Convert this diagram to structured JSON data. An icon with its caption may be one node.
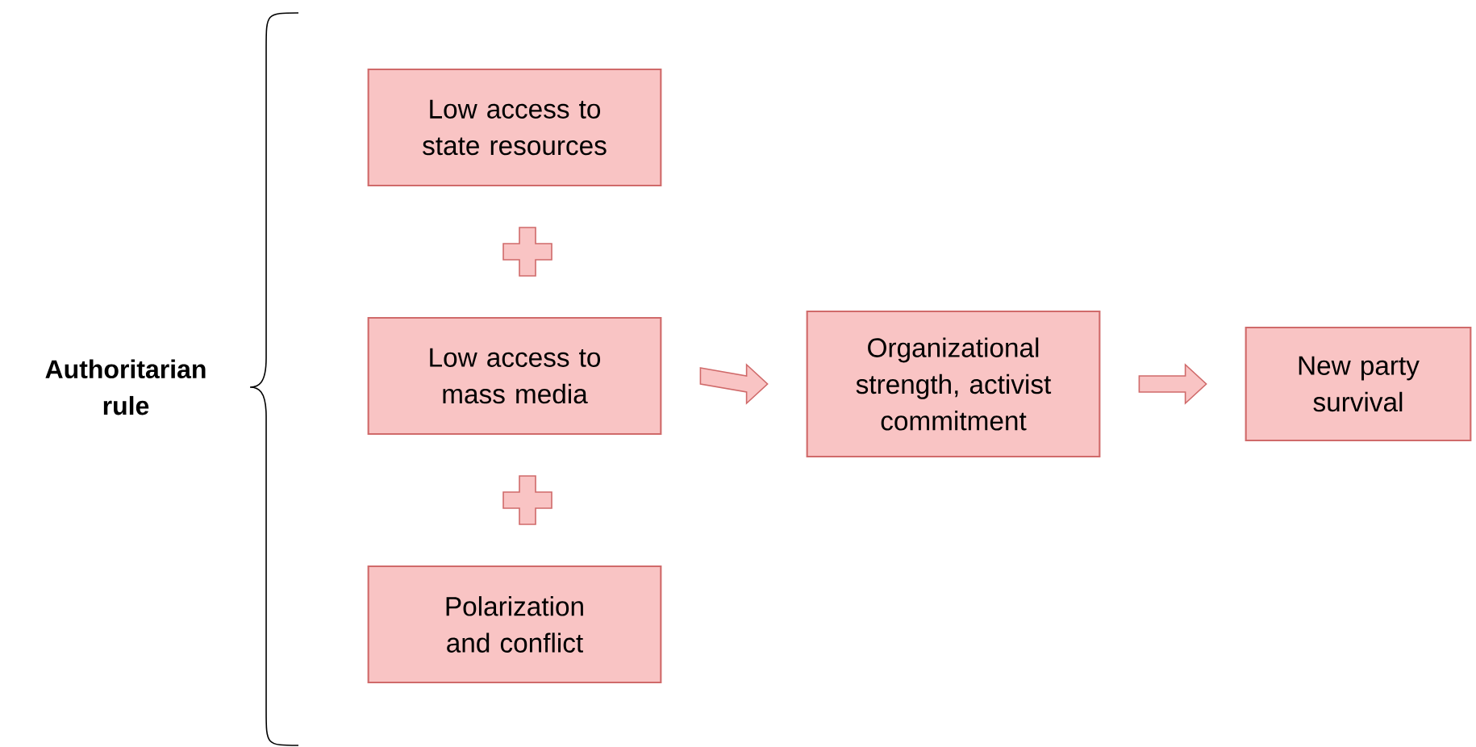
{
  "diagram": {
    "nodes": [
      {
        "text": [
          "Authoritarian rule"
        ]
      },
      {
        "text": [
          "Low access to state resources"
        ]
      },
      {
        "text": [
          "Low access to mass media"
        ]
      },
      {
        "text": [
          "Polarization and conflict"
        ]
      },
      {
        "text": [
          "Organizational strength, activist commitment"
        ]
      },
      {
        "text": [
          "New party survival"
        ]
      }
    ],
    "edges": [
      {
        "from": 2,
        "to": 4,
        "arrow": "to"
      },
      {
        "from": 4,
        "to": 5,
        "arrow": "to"
      }
    ]
  }
}
